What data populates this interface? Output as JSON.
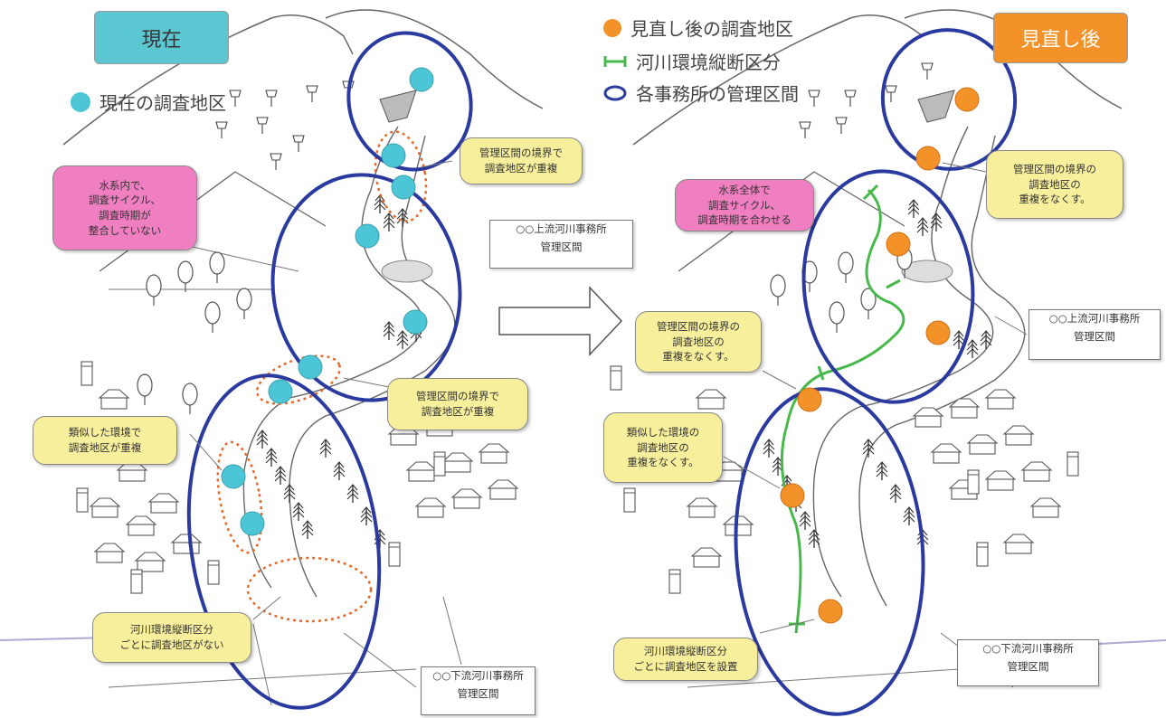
{
  "panels": {
    "left_title": "現在",
    "right_title": "見直し後"
  },
  "legend_left": {
    "current_site": "現在の調査地区"
  },
  "legend_right": {
    "new_site": "見直し後の調査地区",
    "river_section": "河川環境縦断区分",
    "office_section": "各事務所の管理区間"
  },
  "notes_left": {
    "pink": "水系内で、\n調査サイクル、\n調査時期が\n整合していない",
    "boundary_top": "管理区間の境界で\n調査地区が重複",
    "boundary_mid": "管理区間の境界で\n調査地区が重複",
    "similar_env": "類似した環境で\n調査地区が重複",
    "no_site": "河川環境縦断区分\nごとに調査地区がない"
  },
  "notes_right": {
    "pink": "水系全体で\n調査サイクル、\n調査時期を合わせる",
    "boundary_top": "管理区間の境界の\n調査地区の\n重複をなくす。",
    "boundary_mid": "管理区間の境界の\n調査地区の\n重複をなくす。",
    "similar_env": "類似した環境の\n調査地区の\n重複をなくす。",
    "set_site": "河川環境縦断区分\nごとに調査地区を設置"
  },
  "offices": {
    "upper_left": {
      "name": "○○上流河川事務所",
      "section": "管理区間"
    },
    "lower_left": {
      "name": "○○下流河川事務所",
      "section": "管理区間"
    },
    "upper_right": {
      "name": "○○上流河川事務所",
      "section": "管理区間"
    },
    "lower_right": {
      "name": "○○下流河川事務所",
      "section": "管理区間"
    }
  },
  "colors": {
    "current_site": "#4cc6d6",
    "new_site": "#f39229",
    "office_ellipse": "#2b3a9e",
    "river_section_line": "#46b94a",
    "overlap_marker": "#e2692b",
    "left_title_bg": "#5ac7d3",
    "right_title_bg": "#f39229"
  }
}
